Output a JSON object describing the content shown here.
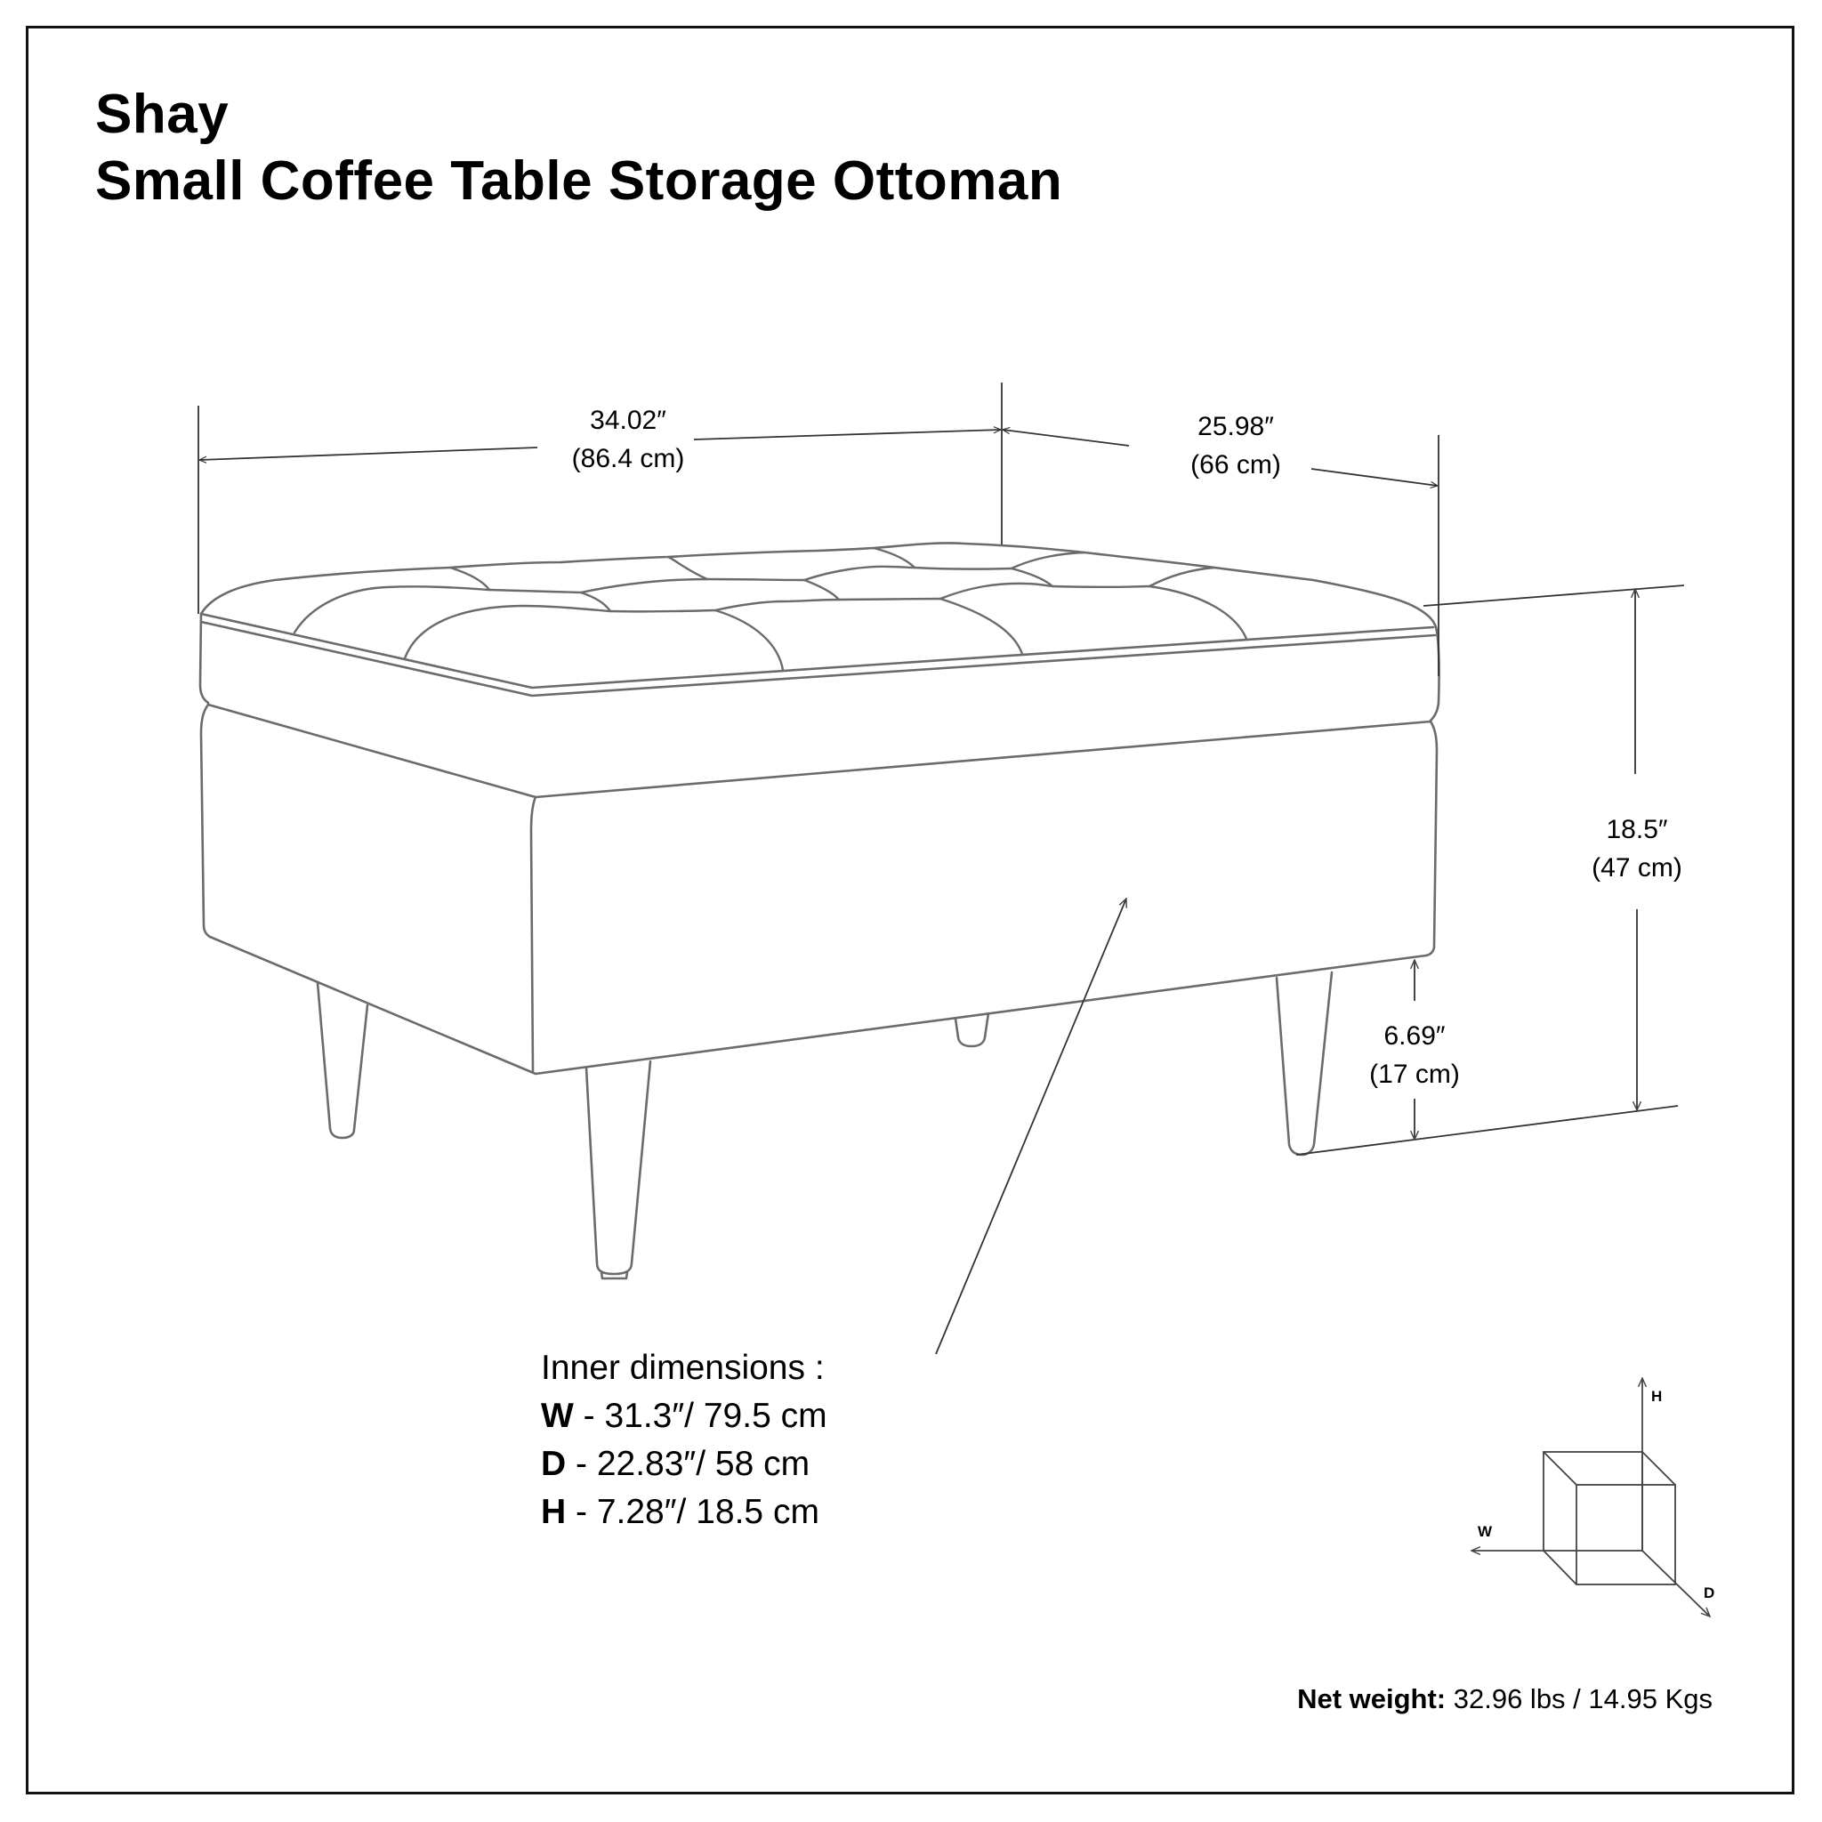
{
  "title": {
    "brand": "Shay",
    "product": "Small Coffee Table Storage Ottoman"
  },
  "dimensions": {
    "width": {
      "inches": "34.02″",
      "cm": "(86.4 cm)"
    },
    "depth": {
      "inches": "25.98″",
      "cm": "(66 cm)"
    },
    "height": {
      "inches": "18.5″",
      "cm": "(47 cm)"
    },
    "leg_height": {
      "inches": "6.69″",
      "cm": "(17 cm)"
    }
  },
  "inner_dimensions": {
    "heading": "Inner dimensions :",
    "rows": [
      {
        "key": "W",
        "value": " - 31.3″/ 79.5 cm"
      },
      {
        "key": "D",
        "value": " - 22.83″/ 58 cm"
      },
      {
        "key": "H",
        "value": " - 7.28″/ 18.5 cm"
      }
    ]
  },
  "axis_icon": {
    "h_label": "H",
    "w_label": "W",
    "d_label": "D"
  },
  "net_weight": {
    "label": "Net weight:",
    "value": " 32.96 lbs / 14.95 Kgs"
  },
  "colors": {
    "frame": "#111111",
    "outline": "#6b6b6b",
    "dimension_line": "#333333",
    "text": "#000000"
  }
}
